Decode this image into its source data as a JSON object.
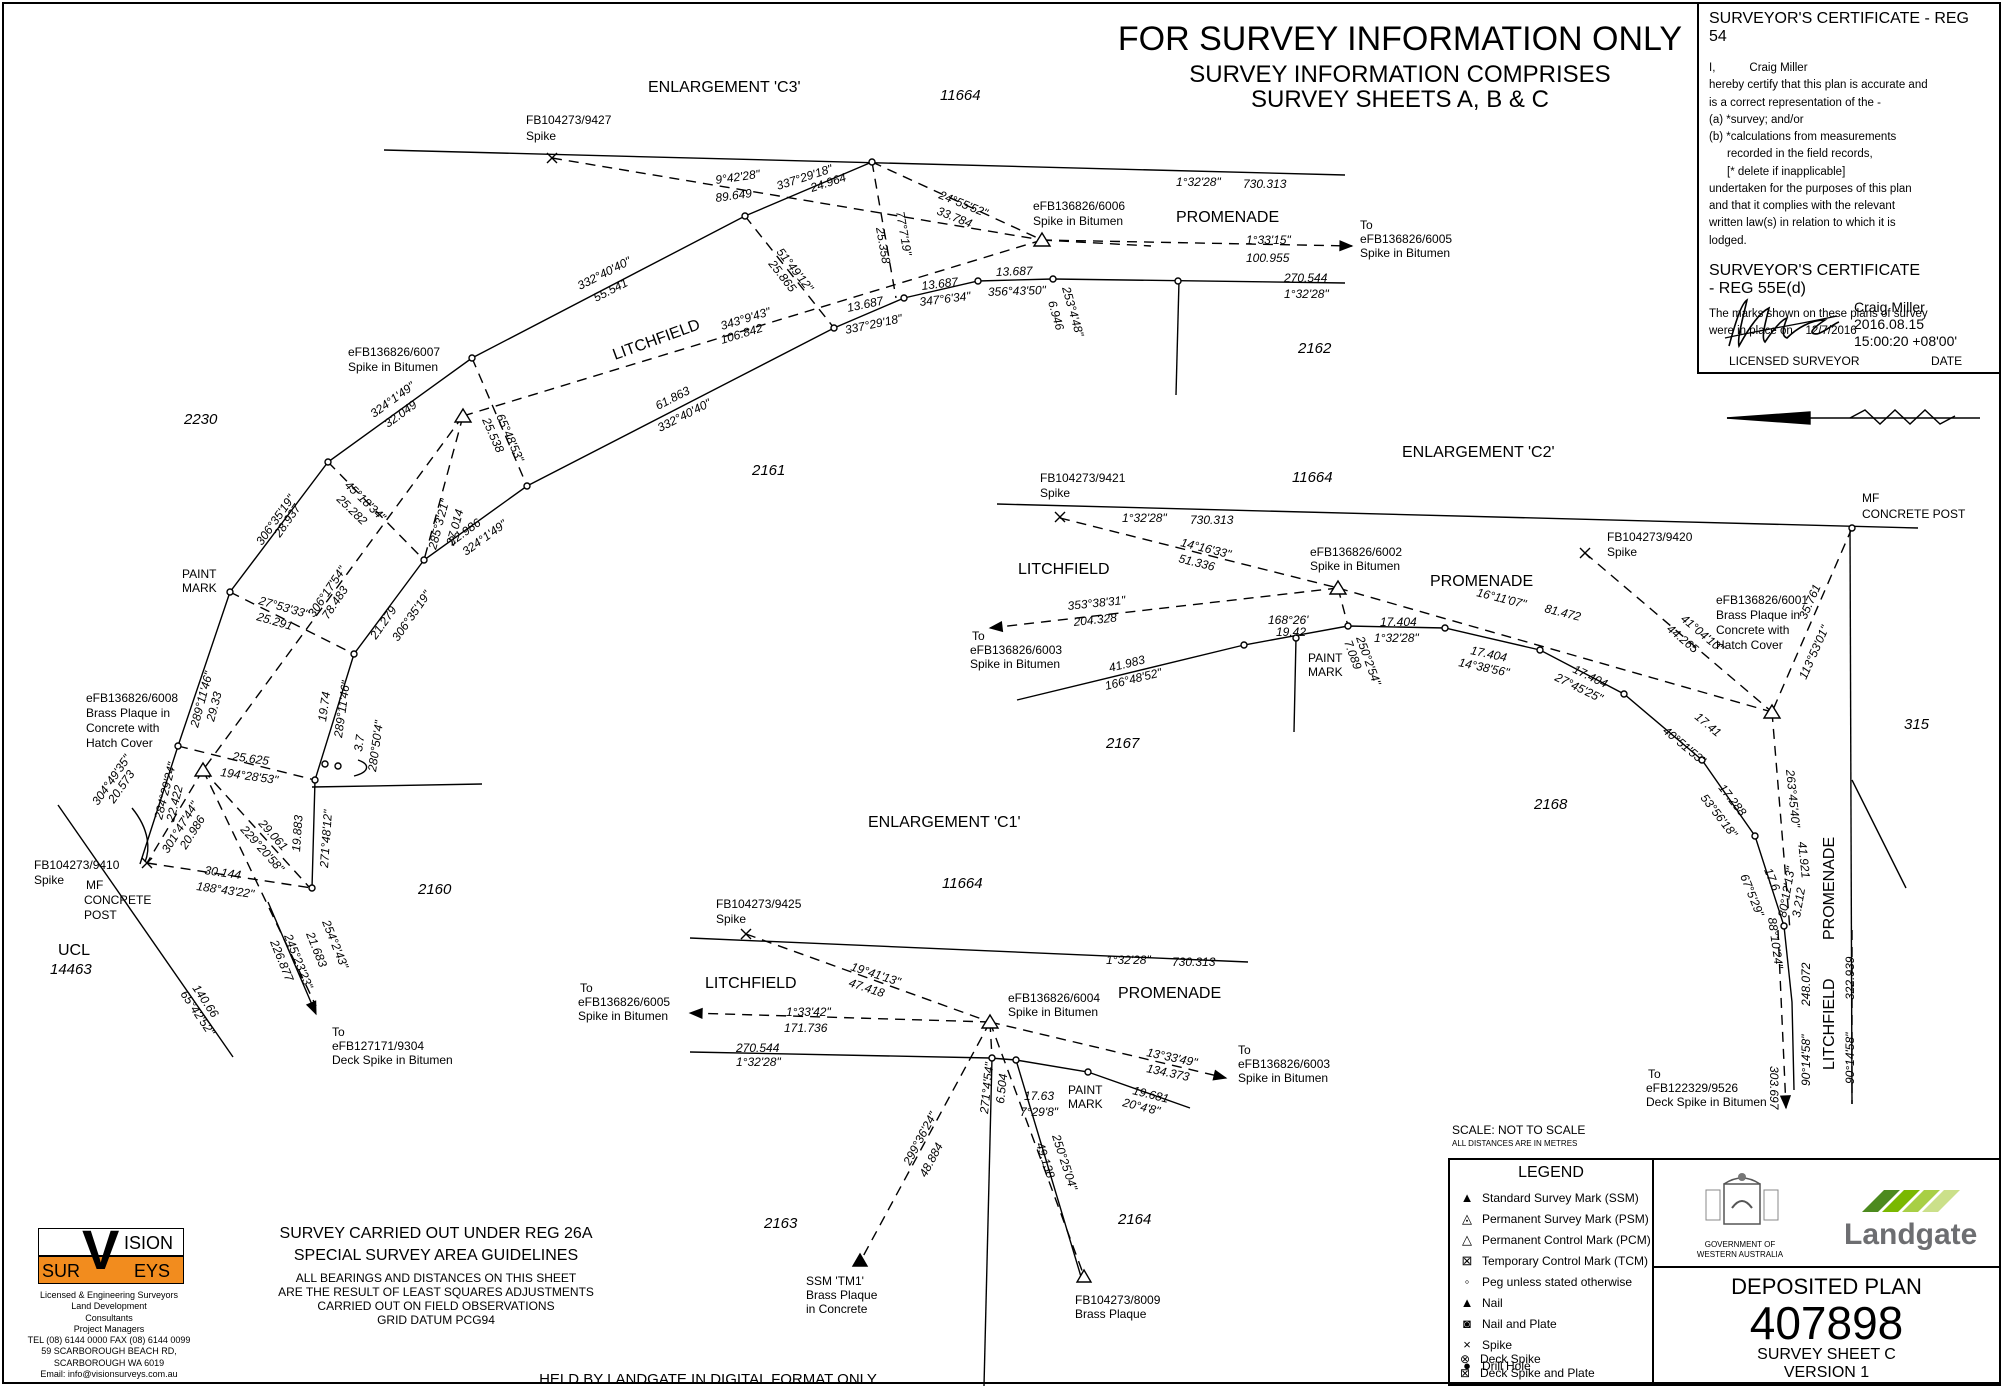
{
  "header": {
    "title": "FOR SURVEY INFORMATION ONLY",
    "line2": "SURVEY INFORMATION COMPRISES",
    "line3": "SURVEY SHEETS A, B & C"
  },
  "certificate": {
    "title": "SURVEYOR'S CERTIFICATE - REG 54",
    "i_label": "I,",
    "surveyor": "Craig Miller",
    "lines": [
      "hereby certify that this plan is accurate and",
      "is a correct representation of the -",
      "(a)  *survey; and/or",
      "(b)  *calculations from measurements",
      "     recorded in the field records,",
      "     [* delete if inapplicable]",
      "undertaken for the purposes of this plan",
      "and that it complies with the relevant",
      "written law(s) in relation to which it is",
      "lodged."
    ],
    "title2": "SURVEYOR'S CERTIFICATE",
    "title2b": "- REG 55E(d)",
    "marks_line1": "The marks shown on these plans of survey",
    "marks_line2": "were in place on",
    "marks_date": "12/7/2016",
    "sig_name": "Craig Miller",
    "sig_date": "2016.08.15",
    "sig_time": "15:00:20 +08'00'",
    "licensed": "LICENSED SURVEYOR",
    "date_label": "DATE"
  },
  "enlargements": {
    "c3": "ENLARGEMENT 'C3'",
    "c2": "ENLARGEMENT 'C2'",
    "c1": "ENLARGEMENT 'C1'"
  },
  "lots": [
    "11664",
    "2162",
    "2230",
    "2161",
    "2160",
    "11664",
    "2167",
    "2168",
    "315",
    "11664",
    "2163",
    "2164"
  ],
  "ucl": {
    "label": "UCL",
    "number": "14463"
  },
  "roads": {
    "litchfield": "LITCHFIELD",
    "promenade": "PROMENADE"
  },
  "marks": {
    "fb9427": "FB104273/9427",
    "fb9427_t": "Spike",
    "e6006": "eFB136826/6006",
    "e6006_t": "Spike in Bitumen",
    "e6005a": "eFB136826/6005",
    "e6005a_t": "Spike in Bitumen",
    "to": "To",
    "e6007": "eFB136826/6007",
    "e6007_t": "Spike in Bitumen",
    "paint_mark": "PAINT",
    "paint_mark2": "MARK",
    "e6008": "eFB136826/6008",
    "e6008_t1": "Brass Plaque in",
    "e6008_t2": "Concrete with",
    "e6008_t3": "Hatch Cover",
    "fb9410": "FB104273/9410",
    "fb9410_t": "Spike",
    "mf1": "MF",
    "mf2": "CONCRETE",
    "mf3": "POST",
    "e9304": "eFB127171/9304",
    "e9304_t": "Deck Spike in Bitumen",
    "fb9421": "FB104273/9421",
    "fb9421_t": "Spike",
    "e6002": "eFB136826/6002",
    "e6002_t": "Spike in Bitumen",
    "e6003": "eFB136826/6003",
    "e6003_t": "Spike in Bitumen",
    "fb9420": "FB104273/9420",
    "fb9420_t": "Spike",
    "mf_post": "MF",
    "mf_post2": "CONCRETE POST",
    "e6001": "eFB136826/6001",
    "e6001_t1": "Brass Plaque in",
    "e6001_t2": "Concrete with",
    "e6001_t3": "Hatch Cover",
    "e9526": "eFB122329/9526",
    "e9526_t": "Deck Spike in Bitumen",
    "fb9425": "FB104273/9425",
    "fb9425_t": "Spike",
    "e6004": "eFB136826/6004",
    "e6004_t": "Spike in Bitumen",
    "ssm": "SSM 'TM1'",
    "ssm_t1": "Brass Plaque",
    "ssm_t2": "in Concrete",
    "fb8009": "FB104273/8009",
    "fb8009_t": "Brass Plaque"
  },
  "dims": {
    "c3_top_b": "1°32'28\"",
    "c3_top_d": "730.313",
    "b1": "9°42'28\"",
    "d1": "89.649",
    "b2": "337°29'18\"",
    "d2": "24.964",
    "b3": "24°55'52\"",
    "d3": "33.784",
    "b4": "77°7'19\"",
    "d4": "25.358",
    "b5": "51°49'12\"",
    "d5": "25.865",
    "b6": "1°33'15\"",
    "d6": "100.955",
    "b7": "332°40'40\"",
    "d7": "55.541",
    "b8": "343°9'43\"",
    "d8": "106.842",
    "d9": "13.687",
    "b9": "337°29'18\"",
    "d10": "13.687",
    "b10": "347°6'34\"",
    "d11": "13.687",
    "b11": "356°43'50\"",
    "b12": "253°4'48\"",
    "d12": "6.946",
    "d13": "270.544",
    "b13": "1°32'28\"",
    "b14": "324°1'49\"",
    "d14": "32.049",
    "b15": "65°48'53\"",
    "d15": "25.538",
    "d16": "61.863",
    "b16": "332°40'40\"",
    "b17": "306°35'19\"",
    "d17": "28.937",
    "b18": "45°18'34\"",
    "d18": "25.282",
    "b19": "285°3'21\"",
    "d19": "27.014",
    "d20": "22.986",
    "b20": "324°1'49\"",
    "b21": "306°17'54\"",
    "d21": "78.483",
    "b22": "27°53'33\"",
    "d22": "25.291",
    "d23": "21.279",
    "b23": "306°35'19\"",
    "b24": "289°11'46\"",
    "d24": "29.33",
    "d25": "19.74",
    "b25": "289°11'46\"",
    "d26": "3.7",
    "b26": "280°50'4\"",
    "d27": "25.625",
    "b27": "194°28'53\"",
    "b28": "304°49'35\"",
    "d28": "20.573",
    "b29": "284°29'24\"",
    "d29": "22.422",
    "b30": "301°47'44\"",
    "d30": "20.986",
    "d31": "29.061",
    "b31": "229°20'58\"",
    "d32": "19.883",
    "b32": "271°48'12\"",
    "d33": "30.144",
    "b33": "188°43'22\"",
    "b34": "245°23'23\"",
    "d34": "226.877",
    "d35": "21.683",
    "b35": "254°2'43\"",
    "d36": "140.66",
    "b36": "65°42'52\"",
    "c2_top_b": "1°32'28\"",
    "c2_top_d": "730.313",
    "b40": "14°16'33\"",
    "d40": "51.336",
    "b41": "353°38'31\"",
    "d41": "204.328",
    "b42": "168°26'",
    "d42": "19.42",
    "d43": "41.983",
    "b43": "166°48'52\"",
    "d44": "17.404",
    "b44": "1°32'28\"",
    "b45": "250°2'54\"",
    "d45": "7.089",
    "b46": "16°11'07\"",
    "d46": "81.472",
    "d47": "17.404",
    "b47": "14°38'56\"",
    "d48": "17.404",
    "b48": "27°45'25\"",
    "b49": "41°04'10\"",
    "d49": "44.265",
    "d50": "35.761",
    "b50": "113°53'01\"",
    "d51": "17.41",
    "b51": "40°51'53\"",
    "d52": "17.288",
    "b52": "53°56'18\"",
    "d53": "17.6",
    "b53": "67°5'29\"",
    "b54": "263°45'40\"",
    "d54": "41.921",
    "d55": "3.212",
    "b55": "80°12'13\"",
    "b56": "88°10'24\"",
    "d57": "248.072",
    "d58": "322.939",
    "d59": "303.697",
    "b59": "90°14'58\"",
    "b60": "90°14'58\"",
    "c1_top_b": "1°32'28\"",
    "c1_top_d": "730.313",
    "b61": "19°41'13\"",
    "d61": "47.418",
    "b62": "1°33'42\"",
    "d62": "171.736",
    "d63": "270.544",
    "b63": "1°32'28\"",
    "b64": "13°33'49\"",
    "d64": "134.373",
    "b65": "271°4'54\"",
    "d65": "6.504",
    "d66": "17.63",
    "b66": "7°29'8\"",
    "d67": "19.681",
    "b67": "20°4'8\"",
    "b68": "299°36'24\"",
    "d68": "48.884",
    "b69": "250°25'04\"",
    "d69": "49.138"
  },
  "scale": {
    "line1": "SCALE: NOT TO SCALE",
    "line2": "ALL DISTANCES ARE IN METRES"
  },
  "legend": {
    "title": "LEGEND",
    "items": [
      "Standard Survey Mark (SSM)",
      "Permanent Survey Mark (PSM)",
      "Permanent Control Mark (PCM)",
      "Temporary Control Mark (TCM)",
      "Peg unless stated otherwise",
      "Nail",
      "Nail and Plate",
      "Spike",
      "Drill Hole",
      "Deck Spike",
      "Deck Spike and Plate"
    ]
  },
  "govt": {
    "line1": "GOVERNMENT OF",
    "line2": "WESTERN AUSTRALIA",
    "brand": "Landgate"
  },
  "deposited": {
    "title": "DEPOSITED PLAN",
    "number": "407898",
    "sheet": "SURVEY SHEET C",
    "version": "VERSION 1"
  },
  "notes": {
    "reg": "SURVEY CARRIED OUT UNDER REG 26A",
    "reg2": "SPECIAL SURVEY AREA GUIDELINES",
    "n1": "ALL BEARINGS AND DISTANCES ON THIS SHEET",
    "n2": "ARE THE RESULT OF LEAST SQUARES ADJUSTMENTS",
    "n3": "CARRIED OUT ON FIELD OBSERVATIONS",
    "n4": "GRID DATUM PCG94",
    "held": "HELD BY LANDGATE IN DIGITAL FORMAT ONLY"
  },
  "vision": {
    "logo_v": "V",
    "logo_ision": "ISION",
    "logo_sur": "SUR",
    "logo_eys": "EYS",
    "f1": "Licensed & Engineering Surveyors",
    "f2": "Land Development",
    "f3": "Consultants",
    "f4": "Project Managers",
    "f5": "TEL (08) 6144 0000 FAX (08) 6144 0099",
    "f6": "59 SCARBOROUGH BEACH RD,",
    "f7": "SCARBOROUGH WA 6019",
    "f8": "Email: info@visionsurveys.com.au"
  },
  "colors": {
    "vision_orange": "#f28c1e",
    "landgate_green": "#7ab800",
    "landgate_grey": "#6d6e71"
  }
}
